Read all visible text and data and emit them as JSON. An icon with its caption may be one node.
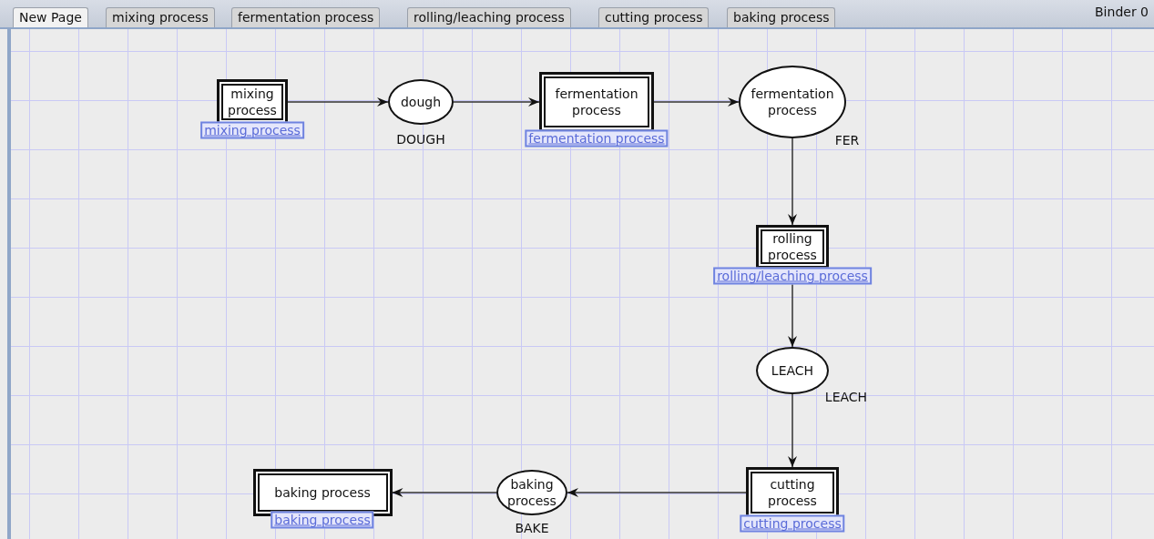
{
  "diagram": {
    "nodes": [
      {
        "text": [
          "mixing process"
        ],
        "beside": [
          "mixing process"
        ]
      },
      {
        "text": [
          "dough"
        ],
        "beside": [
          "DOUGH"
        ]
      },
      {
        "text": [
          "fermentation process"
        ],
        "beside": [
          "fermentation process"
        ]
      },
      {
        "text": [
          "fermentation process"
        ],
        "beside": [
          "FER"
        ]
      },
      {
        "text": [
          "rolling process"
        ],
        "beside": [
          "rolling/leaching process"
        ]
      },
      {
        "text": [
          "LEACH"
        ],
        "beside": [
          "LEACH"
        ]
      },
      {
        "text": [
          "cutting process"
        ],
        "beside": [
          "cutting process"
        ]
      },
      {
        "text": [
          "baking process"
        ],
        "beside": [
          "BAKE"
        ]
      },
      {
        "text": [
          "baking process"
        ],
        "beside": [
          "baking process"
        ]
      }
    ],
    "edges": [
      {
        "from": 0,
        "to": 1,
        "arrow": "to"
      },
      {
        "from": 1,
        "to": 2,
        "arrow": "to"
      },
      {
        "from": 2,
        "to": 3,
        "arrow": "to"
      },
      {
        "from": 3,
        "to": 4,
        "arrow": "to"
      },
      {
        "from": 4,
        "to": 5,
        "arrow": "to"
      },
      {
        "from": 5,
        "to": 6,
        "arrow": "to"
      },
      {
        "from": 6,
        "to": 7,
        "arrow": "to"
      },
      {
        "from": 7,
        "to": 8,
        "arrow": "to"
      }
    ],
    "labels": [
      "New Page",
      "mixing process",
      "fermentation process",
      "rolling/leaching process",
      "cutting process",
      "baking process",
      "Binder 0"
    ]
  }
}
